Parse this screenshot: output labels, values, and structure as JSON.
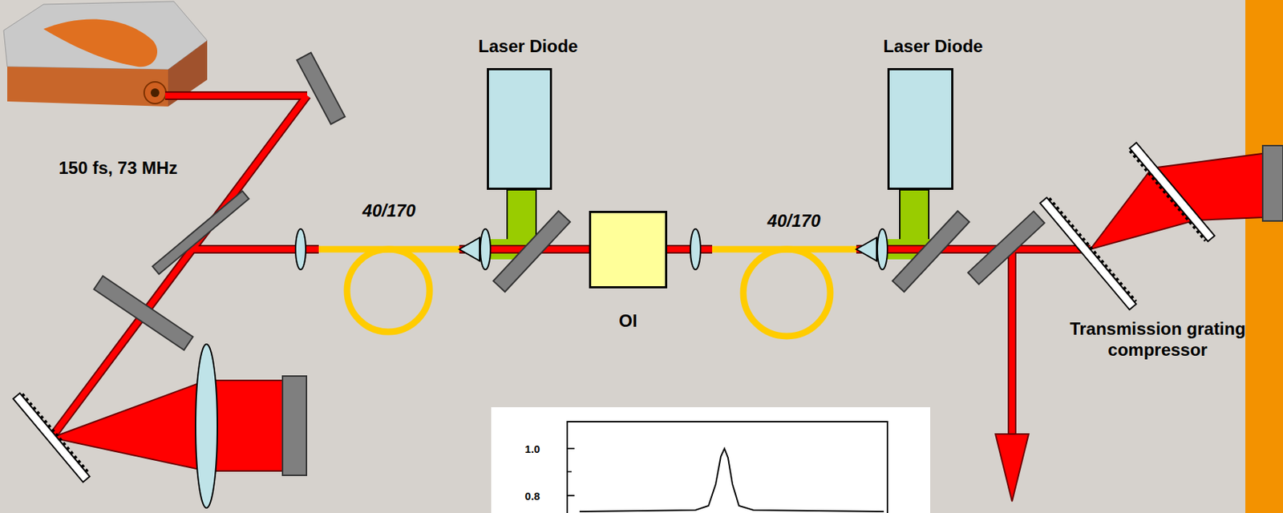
{
  "diagram": {
    "nodes": [
      {
        "text": [
          "150 fs, 73 MHz"
        ]
      },
      {
        "text": [
          "Laser Diode"
        ]
      },
      {
        "text": [
          "OI"
        ]
      },
      {
        "text": [
          "Laser Diode"
        ]
      }
    ],
    "labels": [
      "40/170",
      "40/170",
      "Transmission grating compressor",
      "1.0",
      "0.8"
    ]
  }
}
